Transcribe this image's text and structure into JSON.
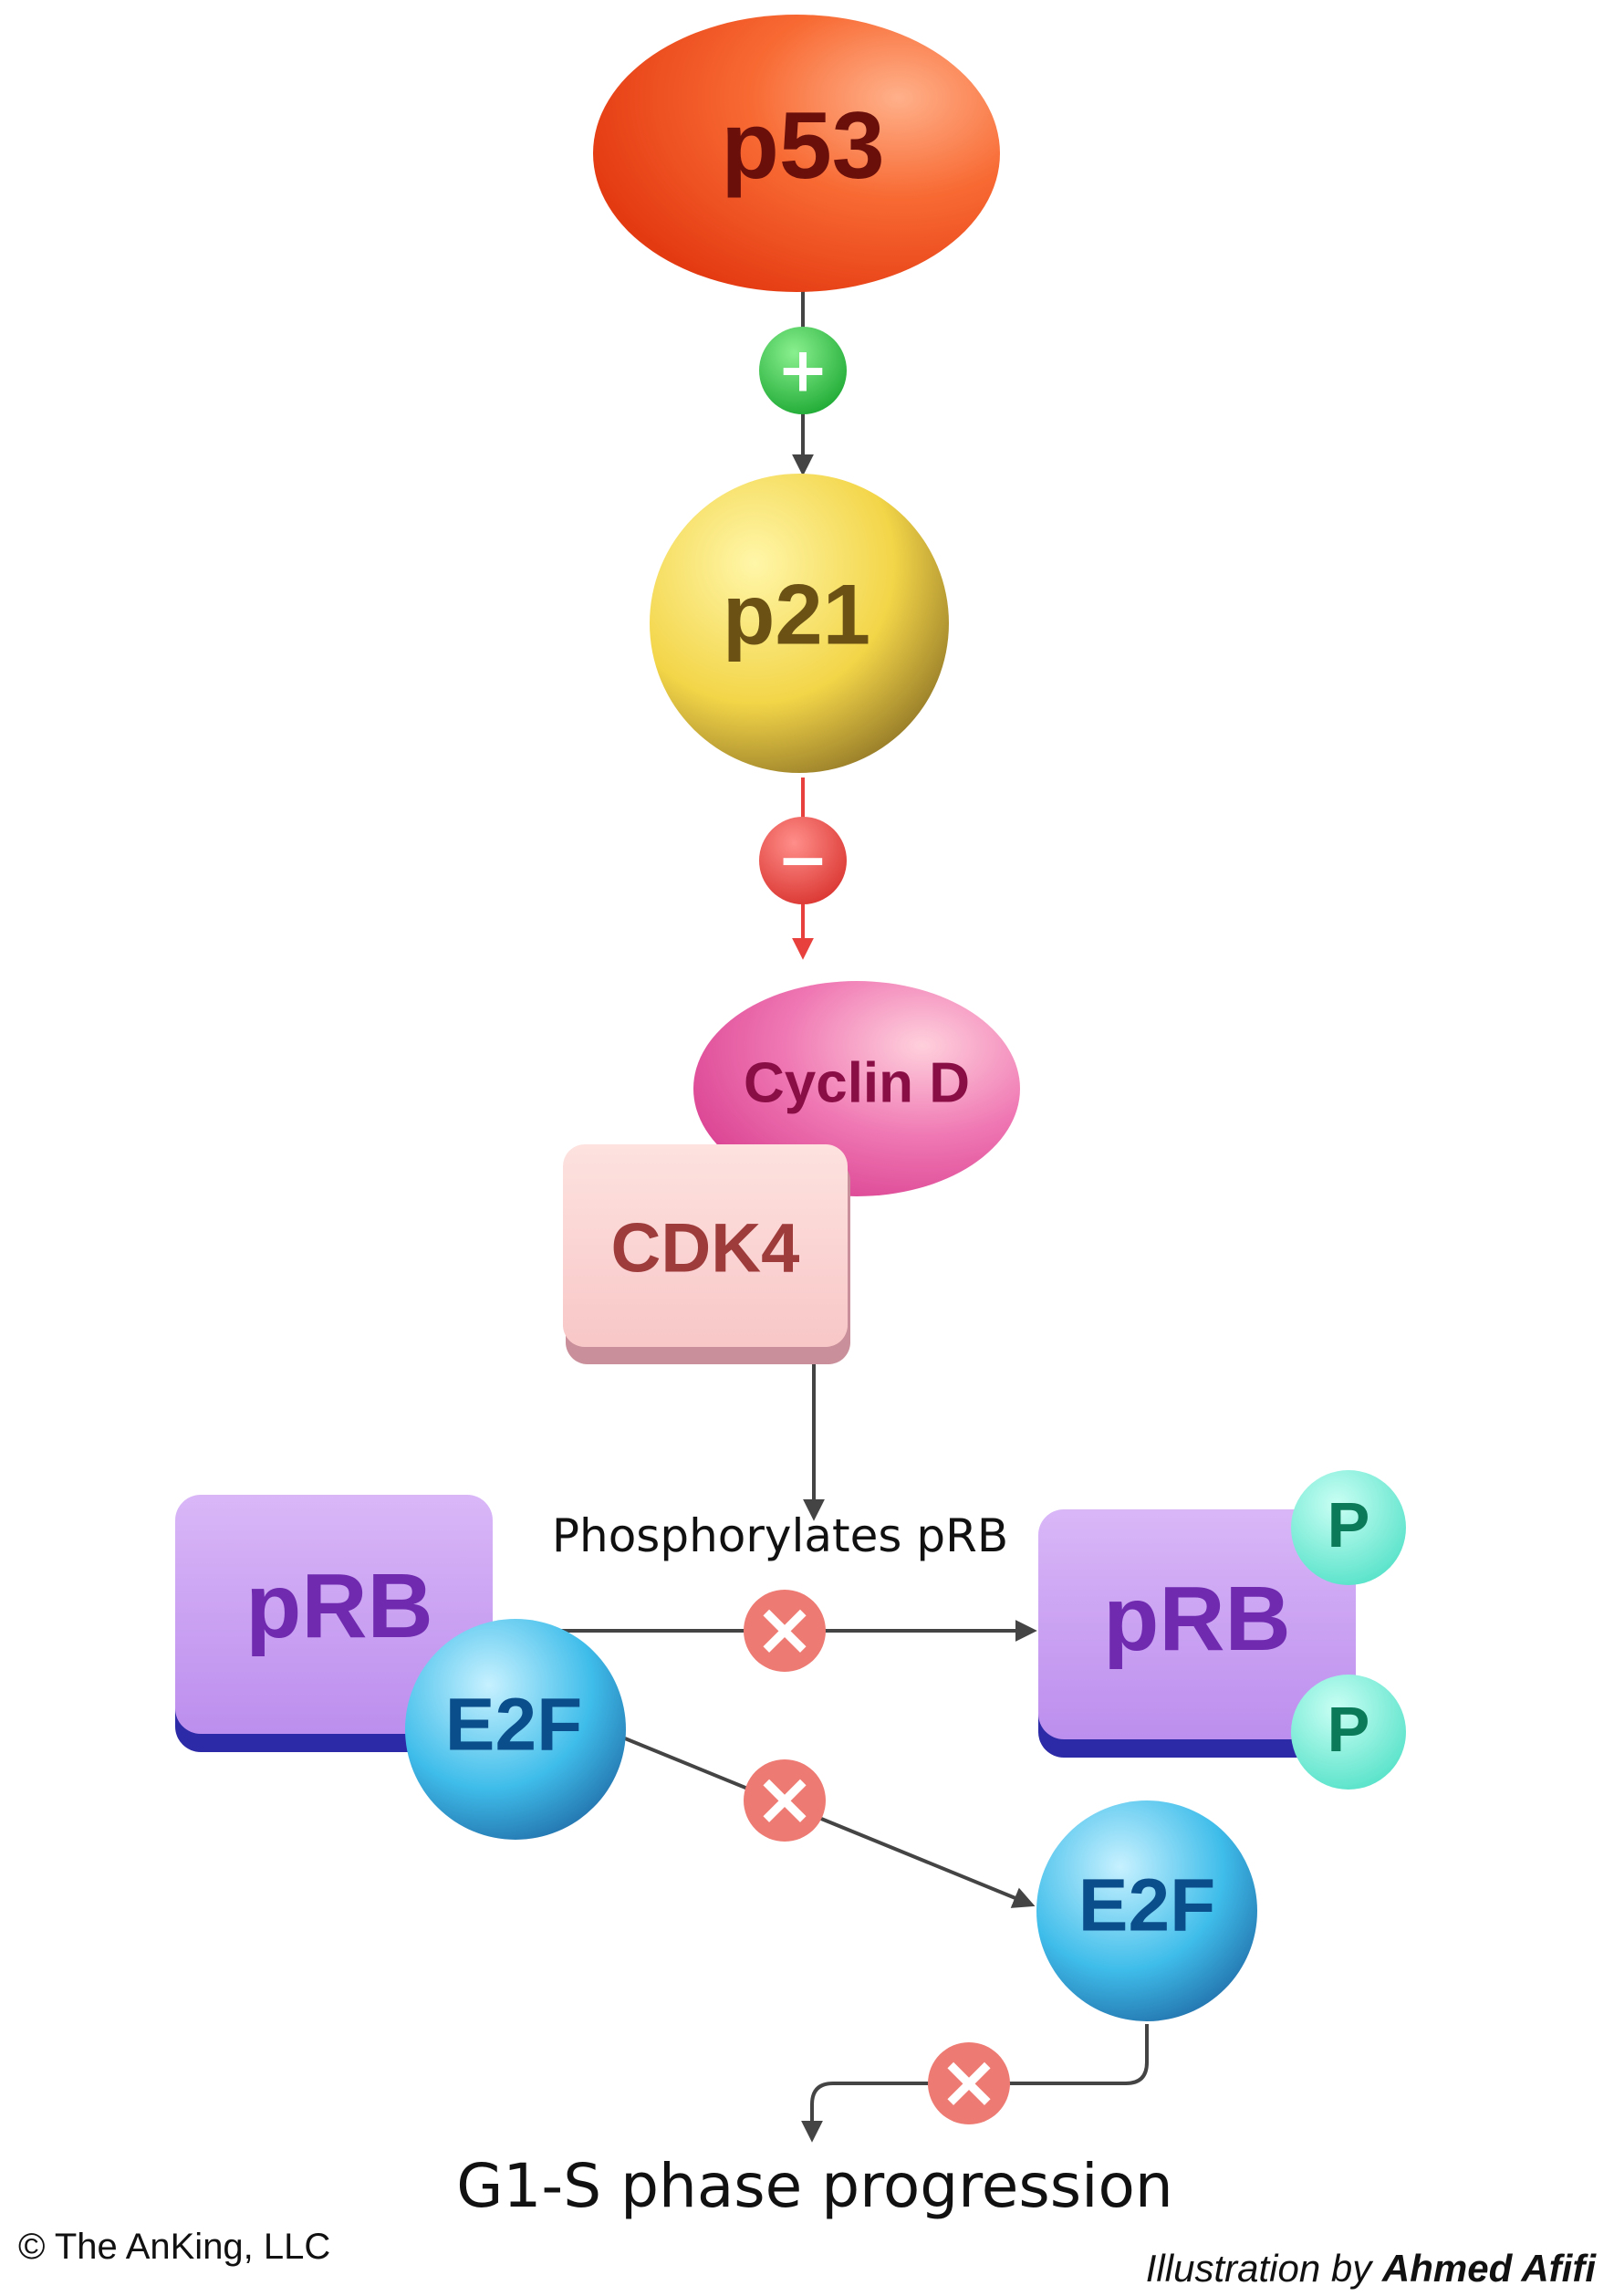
{
  "nodes": {
    "p53": "p53",
    "p21": "p21",
    "cyclin_d": "Cyclin D",
    "cdk4": "CDK4",
    "prb_bound": "pRB",
    "e2f_bound": "E2F",
    "prb_phospho": "pRB",
    "phosphate_top": "P",
    "phosphate_bottom": "P",
    "e2f_free": "E2F"
  },
  "labels": {
    "phosphorylation": "Phosphorylates pRB",
    "outcome": "G1-S phase progression"
  },
  "regulation": {
    "activation_symbol": "+",
    "inhibition_symbol": "−",
    "blocked_symbol": "×"
  },
  "colors": {
    "p53": "#f25a1d",
    "p21": "#f3d548",
    "cyclin_d": "#ec5fa8",
    "cdk4": "#fbd2d0",
    "prb": "#c69cf0",
    "e2f": "#3fbdea",
    "phosphate": "#6ff0d8",
    "activation": "#2ec946",
    "inhibition": "#e8413d",
    "blocked": "#ee7b73",
    "arrow": "#444444"
  },
  "footer": {
    "copyright": "© The AnKing, LLC",
    "credit_prefix": "Illustration by",
    "credit_name": "Ahmed Afifi"
  }
}
